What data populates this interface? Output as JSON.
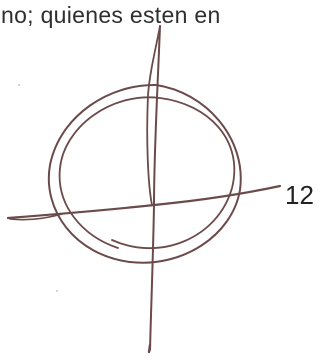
{
  "document": {
    "text_fragment": "no; quienes esten en",
    "page_number": "12"
  },
  "signature": {
    "type": "handwritten-signature",
    "ink_color": "#6b4a4a"
  }
}
